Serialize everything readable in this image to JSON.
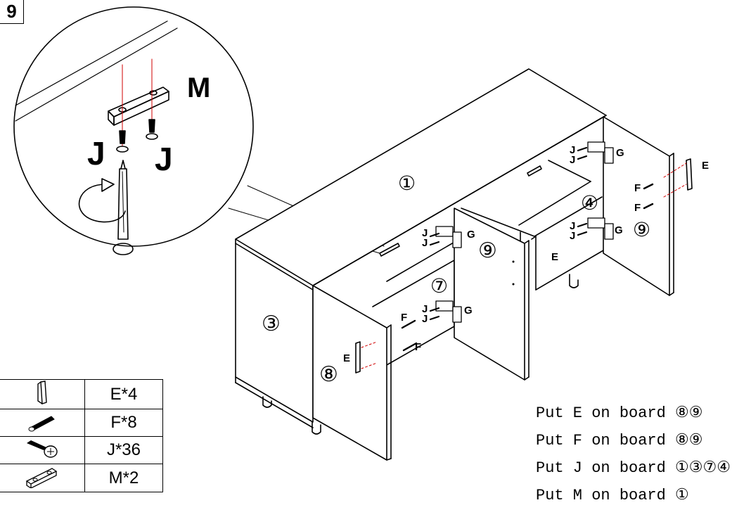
{
  "step_number": "9",
  "detail": {
    "part_label": "M",
    "screw_label_left": "J",
    "screw_label_right": "J"
  },
  "callouts": {
    "board_1": "①",
    "board_3": "③",
    "board_4": "④",
    "board_7": "⑦",
    "board_8": "⑧",
    "board_9_center": "⑨",
    "board_9_right": "⑨",
    "hinge_label": "G",
    "handle_label": "E",
    "screw_label": "J",
    "dowel_label": "F"
  },
  "parts": [
    {
      "icon": "handle-icon",
      "qty": "E*4"
    },
    {
      "icon": "dowel-icon",
      "qty": "F*8"
    },
    {
      "icon": "screw-icon",
      "qty": "J*36"
    },
    {
      "icon": "bracket-icon",
      "qty": "M*2"
    }
  ],
  "instructions": [
    "Put E on board ⑧⑨",
    "Put F on board ⑧⑨",
    "Put J on board ①③⑦④",
    "Put M on board ①"
  ]
}
